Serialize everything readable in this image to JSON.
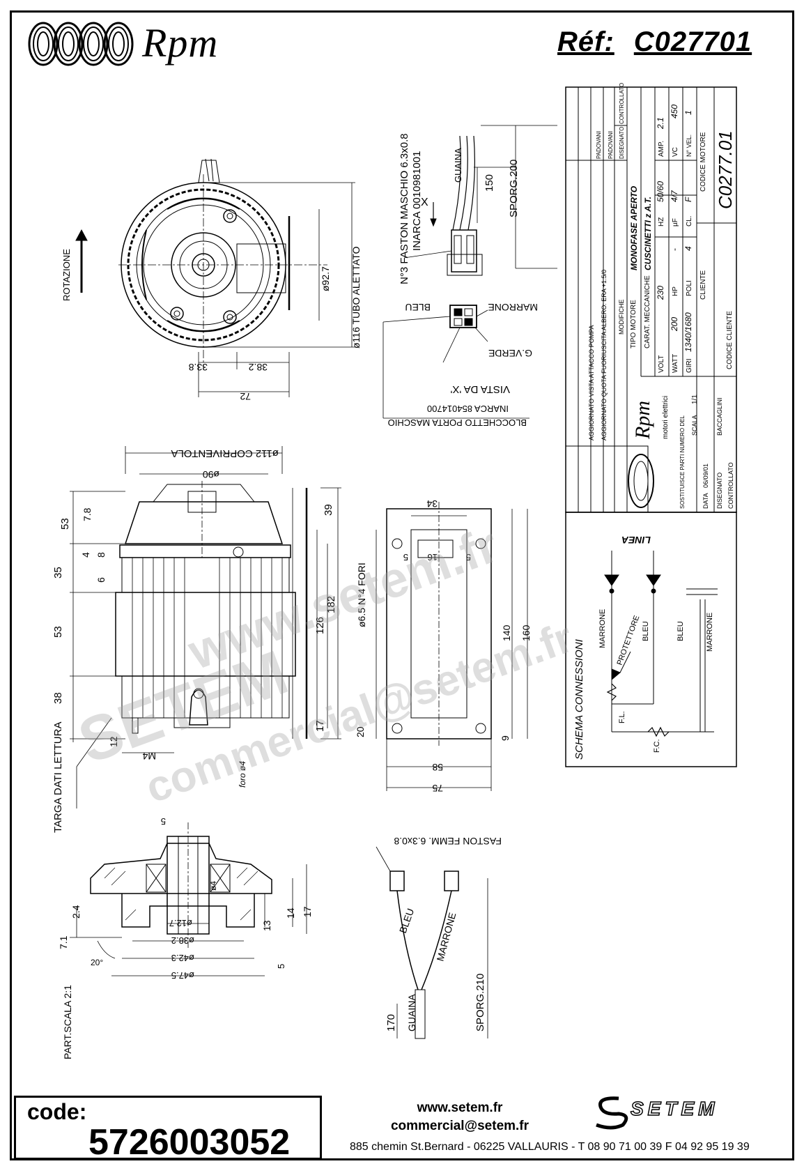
{
  "header": {
    "brand": "Rpm",
    "ref_label": "Réf:",
    "ref_value": "C027701"
  },
  "top_view": {
    "rotation": "ROTAZIONE",
    "fin_tube": "ø116 TUBO ALETTATO",
    "inner_diam": "ø92.7",
    "dim_33": "33.8",
    "dim_38": "38.2",
    "dim_72": "72"
  },
  "faston": {
    "male": "N°3 FASTON MASCHIO 6.3x0.8",
    "inarca": "INARCA 0010981001",
    "guaina": "GUAINA",
    "len150": "150",
    "sporg": "SPORG.200",
    "x": "X",
    "bleu": "BLEU",
    "marrone": "MARRONE",
    "verde": "G.VERDE",
    "view_x": "VISTA DA 'X'",
    "block_code": "INARCA 854014700",
    "block": "BLOCCHETTO PORTA MASCHIO"
  },
  "side_view": {
    "fan_cover": "ø112 COPRIVENTOLA",
    "d90": "ø90",
    "d53a": "53",
    "d35": "35",
    "d53b": "53",
    "d38": "38",
    "d78": "7.8",
    "d4": "4",
    "d8": "8",
    "d6": "6",
    "d39": "39",
    "d126": "126",
    "d182": "182",
    "d17": "17",
    "d12": "12",
    "m4": "M4",
    "foro": "foro ø4",
    "plate": "TARGA DATI LETTURA"
  },
  "plate_view": {
    "d34": "34",
    "d16": "16",
    "d5a": "5",
    "d5b": "5",
    "holes": "ø6.5 N°4 FORI",
    "d140": "140",
    "d160": "160",
    "d20": "20",
    "d9": "9",
    "d58": "58",
    "d75": "75"
  },
  "detail": {
    "shaft": "5",
    "d24": "2.4",
    "d71": "7.1",
    "d14": "14",
    "d13": "13",
    "d17": "17",
    "d5": "5",
    "ang": "20°",
    "d127": "ø12.7",
    "d382": "ø38.2",
    "d423": "ø42.3",
    "d475": "ø47.5",
    "d4": "ø4",
    "scale": "PART.SCALA 2:1"
  },
  "lead": {
    "female": "FASTON FEMM. 6.3x0.8",
    "bleu": "BLEU",
    "marrone": "MARRONE",
    "guaina": "GUAINA",
    "len170": "170",
    "sporg": "SPORG.210"
  },
  "title_block": {
    "rev7": "AGGIORNATO VISTA ATTACCO POMPA",
    "rev6": "AGGIORNATO QUOTA FUORIUSCITA ALBERO: ERA +1.5/0",
    "mod": "MODIFICHE",
    "padovani": "PADOVANI",
    "disegnato": "DISEGNATO",
    "controllato": "CONTROLLATO",
    "tipo": "TIPO MOTORE",
    "tipo_v": "MONOFASE APERTO",
    "carat": "CARAT. MECCANICHE",
    "carat_v": "CUSCINETTI z A.T.",
    "volt": "VOLT",
    "volt_v": "230",
    "hz": "HZ",
    "hz_v": "50/60",
    "amp": "AMP.",
    "amp_v": "2.1",
    "watt": "WATT",
    "watt_v": "200",
    "hp": "HP",
    "hp_v": "-",
    "uf": "µF",
    "uf_v": "4/7",
    "vc": "VC",
    "vc_v": "450",
    "giri": "GIRI",
    "giri_v": "1340/1680",
    "poli": "POLI",
    "poli_v": "4",
    "cl": "CL.",
    "cl_v": "F",
    "vel": "N° VEL.",
    "vel_v": "1",
    "cliente": "CLIENTE",
    "codice_motore": "CODICE MOTORE",
    "codice_v": "C0277.01",
    "codice_cliente": "CODICE CLIENTE",
    "brand": "Rpm",
    "brand_sub": "motori elettrici",
    "sostituisce": "SOSTITUISCE PARTI NUMERO DEL",
    "scala": "SCALA",
    "scala_v": "1/1",
    "data": "DATA",
    "data_v": "06/09/01",
    "baccaglini": "BACCAGLINI"
  },
  "schema": {
    "title": "SCHEMA CONNESSIONI",
    "linea": "LINEA",
    "marrone": "MARRONE",
    "protettore": "PROTETTORE",
    "bleu": "BLEU",
    "bleu2": "BLEU",
    "marrone2": "MARRONE",
    "fl": "F.L.",
    "fc": "F.C."
  },
  "watermark": {
    "line1": "www.setem.fr",
    "line2": "SETEM",
    "line3": "commercial@setem.fr"
  },
  "footer": {
    "code_label": "code:",
    "code_value": "5726003052",
    "web": "www.setem.fr",
    "email": "commercial@setem.fr",
    "address": "885 chemin St.Bernard  -  06225 VALLAURIS  -  T 08 90 71 00 39  F 04 92 95 19 39",
    "logo": "SETEM"
  }
}
